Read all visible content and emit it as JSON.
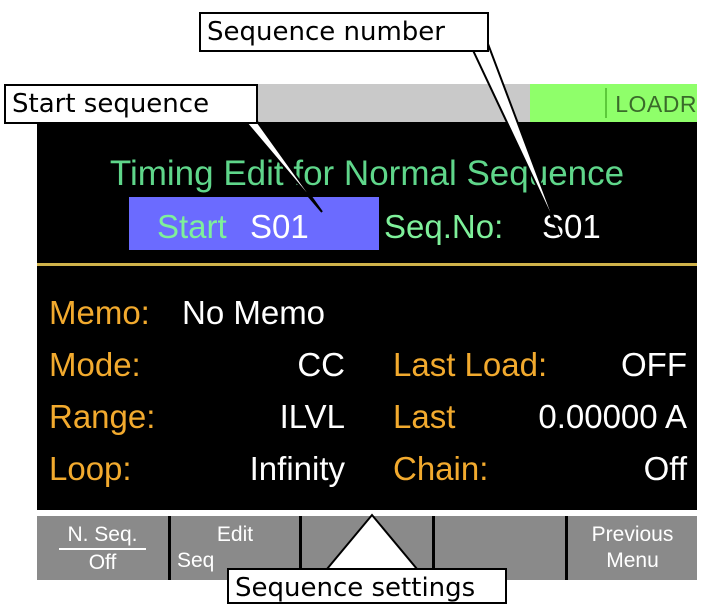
{
  "status_bar": {
    "mode_text": "LOADR"
  },
  "screen": {
    "title": "Timing Edit for Normal Sequence",
    "start": {
      "label": "Start",
      "value": "S01"
    },
    "seq_no": {
      "label": "Seq.No:",
      "value": "S01"
    }
  },
  "fields": {
    "memo": {
      "label": "Memo:",
      "value": "No Memo"
    },
    "mode": {
      "label": "Mode:",
      "value": "CC"
    },
    "range": {
      "label": "Range:",
      "value": "ILVL"
    },
    "loop": {
      "label": "Loop:",
      "value": "Infinity"
    },
    "last_load": {
      "label": "Last Load:",
      "value": "OFF"
    },
    "last": {
      "label": "Last",
      "value": "0.00000 A"
    },
    "chain": {
      "label": "Chain:",
      "value": "Off"
    }
  },
  "softkeys": [
    {
      "line1": "N. Seq.",
      "line2": "Off"
    },
    {
      "line1": "Edit",
      "line2": "Seq"
    },
    {
      "line1": "",
      "line2": ""
    },
    {
      "line1": "",
      "line2": ""
    },
    {
      "line1": "Previous",
      "line2": "Menu"
    }
  ],
  "callouts": {
    "sequence_number": "Sequence number",
    "start_sequence": "Start sequence",
    "sequence_settings": "Sequence settings"
  },
  "colors": {
    "screen_bg": "#000000",
    "title_green": "#5fd68a",
    "label_orange": "#f2aa2e",
    "value_white": "#ffffff",
    "highlight_blue": "#6b6bff",
    "status_green": "#8fff6a",
    "softkey_gray": "#8a8a8a",
    "divider_gold": "#cfb24a"
  }
}
